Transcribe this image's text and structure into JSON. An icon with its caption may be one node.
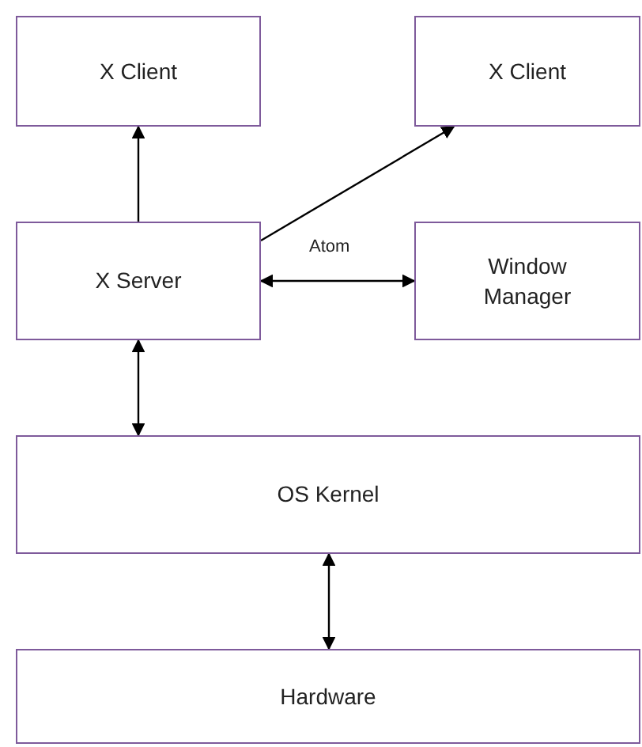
{
  "diagram": {
    "nodes": [
      {
        "text": [
          "X Client"
        ]
      },
      {
        "text": [
          "X Client"
        ]
      },
      {
        "text": [
          "X Server"
        ]
      },
      {
        "text": [
          "Window Manager"
        ]
      },
      {
        "text": [
          "OS Kernel"
        ]
      },
      {
        "text": [
          "Hardware"
        ]
      }
    ],
    "edges": [
      {
        "from": 2,
        "to": 0,
        "arrow": "to"
      },
      {
        "from": 2,
        "to": 1,
        "arrow": "to"
      },
      {
        "from": 2,
        "to": 3,
        "arrow": "both",
        "label": "Atom"
      },
      {
        "from": 2,
        "to": 4,
        "arrow": "both"
      },
      {
        "from": 4,
        "to": 5,
        "arrow": "both"
      }
    ]
  }
}
